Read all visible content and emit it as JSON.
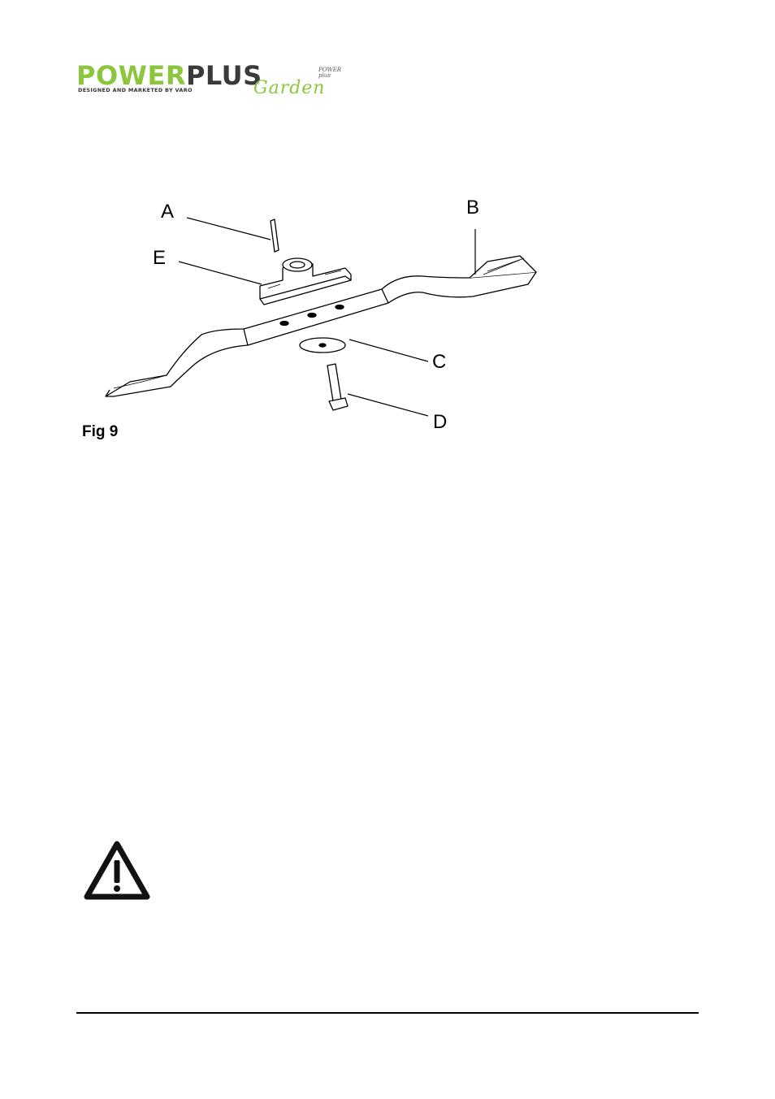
{
  "header": {
    "brand_part1": "POWER",
    "brand_part2": "PLUS",
    "brand_tagline": "DESIGNED AND MARKETED BY VARO",
    "brand_sub": "Garden",
    "brand_mini_top": "POWER",
    "brand_mini_bottom": "plus",
    "accent_color": "#8cc63f"
  },
  "figure": {
    "labels": {
      "a": "A",
      "b": "B",
      "c": "C",
      "d": "D",
      "e": "E"
    },
    "caption": "Fig 9"
  },
  "warning": {
    "icon": "warning-triangle-icon"
  }
}
